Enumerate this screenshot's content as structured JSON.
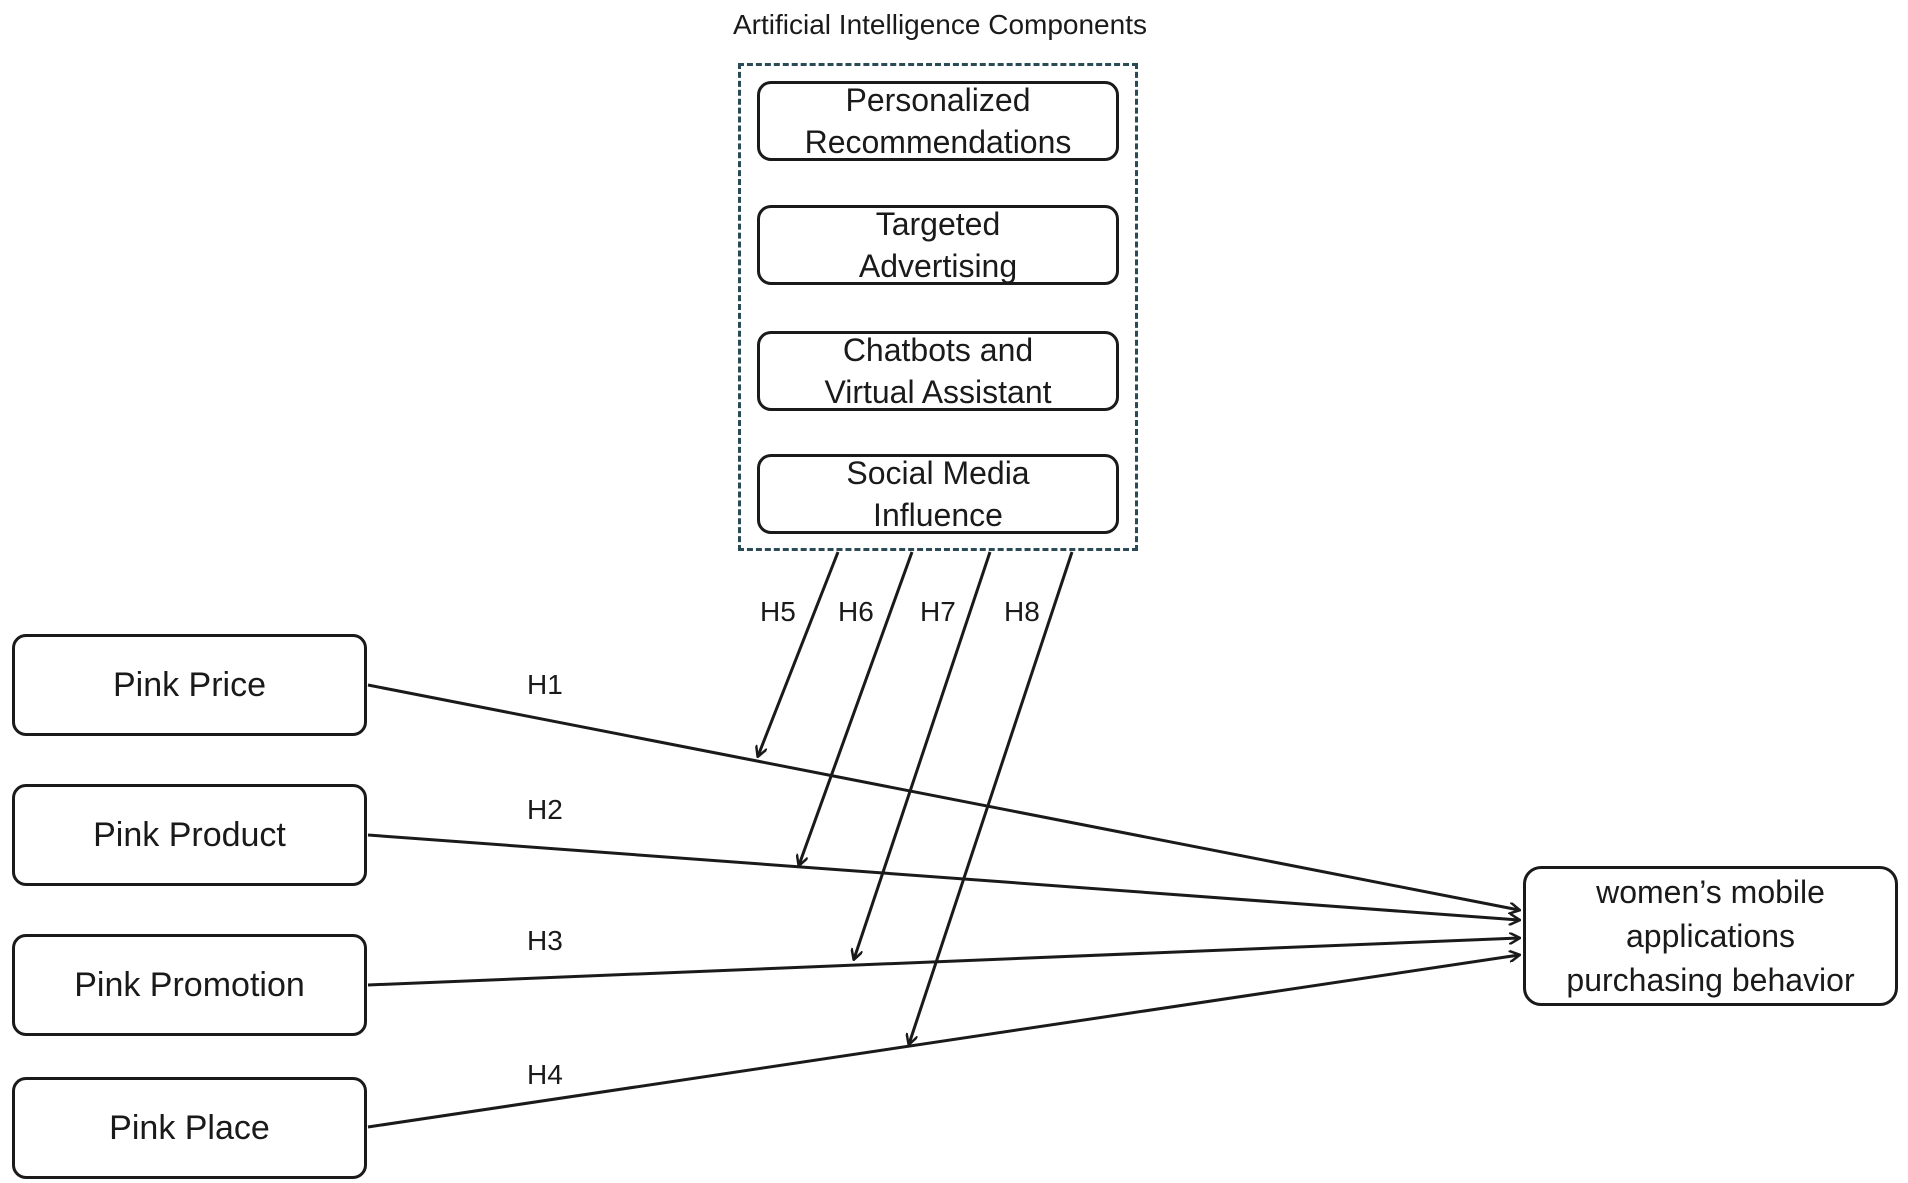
{
  "group": {
    "title": "Artificial Intelligence Components"
  },
  "ai_components": [
    {
      "line1": "Personalized",
      "line2": "Recommendations"
    },
    {
      "line1": "Targeted",
      "line2": "Advertising"
    },
    {
      "line1": "Chatbots and",
      "line2": "Virtual Assistant"
    },
    {
      "line1": "Social Media",
      "line2": "Influence"
    }
  ],
  "independent_variables": [
    {
      "label": "Pink Price"
    },
    {
      "label": "Pink Product"
    },
    {
      "label": "Pink Promotion"
    },
    {
      "label": "Pink Place"
    }
  ],
  "dependent_variable": {
    "line1": "women’s mobile",
    "line2": "applications",
    "line3": "purchasing behavior"
  },
  "hypotheses": {
    "h1": "H1",
    "h2": "H2",
    "h3": "H3",
    "h4": "H4",
    "h5": "H5",
    "h6": "H6",
    "h7": "H7",
    "h8": "H8"
  }
}
